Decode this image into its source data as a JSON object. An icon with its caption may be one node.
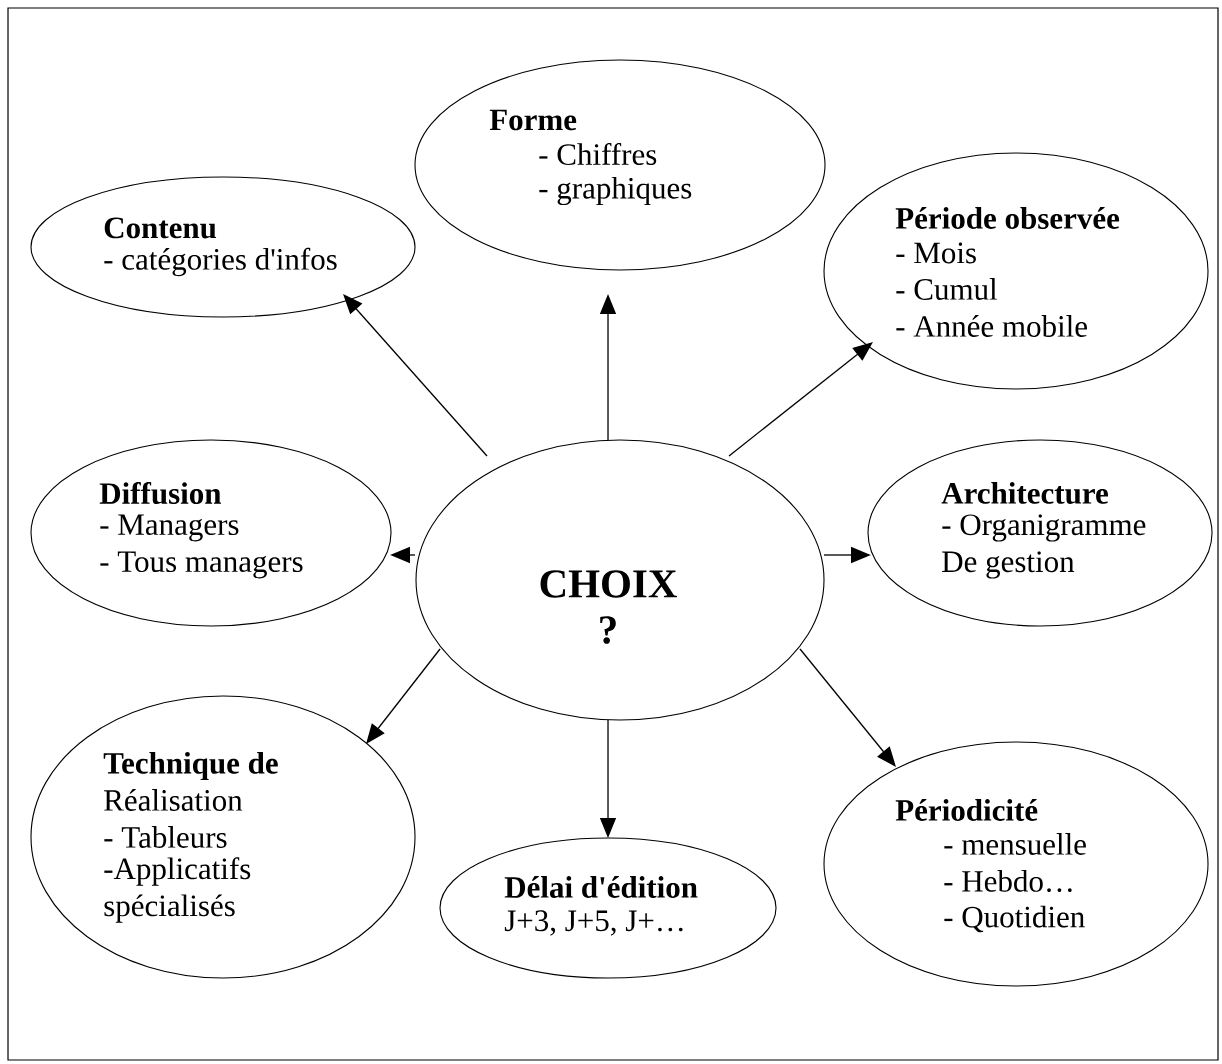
{
  "diagram": {
    "nodes": [
      {
        "text": [
          "Contenu",
          "- catégories d'infos"
        ]
      },
      {
        "text": [
          "Forme",
          "- Chiffres",
          "- graphiques"
        ]
      },
      {
        "text": [
          "Période observée",
          "- Mois",
          "- Cumul",
          "- Année mobile"
        ]
      },
      {
        "text": [
          "Diffusion",
          "- Managers",
          "- Tous managers"
        ]
      },
      {
        "text": [
          "CHOIX",
          "?"
        ]
      },
      {
        "text": [
          "Architecture",
          "- Organigramme",
          "De gestion"
        ]
      },
      {
        "text": [
          "Technique de",
          "Réalisation",
          "- Tableurs",
          "-Applicatifs spécialisés"
        ]
      },
      {
        "text": [
          "Délai d'édition",
          "J+3, J+5, J+…"
        ]
      },
      {
        "text": [
          "Périodicité",
          "- mensuelle",
          "- Hebdo…",
          "- Quotidien"
        ]
      }
    ],
    "edges": [
      {
        "from": 4,
        "to": 0,
        "arrow": "to"
      },
      {
        "from": 4,
        "to": 1,
        "arrow": "to"
      },
      {
        "from": 4,
        "to": 2,
        "arrow": "to"
      },
      {
        "from": 4,
        "to": 3,
        "arrow": "to"
      },
      {
        "from": 4,
        "to": 5,
        "arrow": "to"
      },
      {
        "from": 4,
        "to": 6,
        "arrow": "to"
      },
      {
        "from": 4,
        "to": 7,
        "arrow": "to"
      },
      {
        "from": 4,
        "to": 8,
        "arrow": "to"
      }
    ]
  }
}
